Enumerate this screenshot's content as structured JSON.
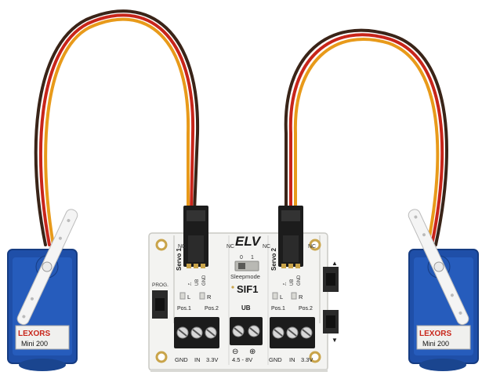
{
  "board": {
    "logo": "ELV",
    "model": "SIF1",
    "sleepmode_label": "Sleepmode",
    "switch_pos_0": "0",
    "switch_pos_1": "1",
    "prog_label": "PROG.",
    "ub_label": "UB",
    "voltage_label": "4.5 - 8V",
    "minus_symbol": "⊖",
    "plus_symbol": "⊕",
    "nc_label": "NC",
    "servo1_label": "Servo 1",
    "servo2_label": "Servo 2",
    "pin_signal": "⎍",
    "pin_ub": "UB",
    "pin_gnd": "GND",
    "left_block": {
      "led_l": "L",
      "led_r": "R",
      "pos1": "Pos.1",
      "pos2": "Pos.2",
      "term_gnd": "GND",
      "term_in": "IN",
      "term_33": "3.3V"
    },
    "right_block": {
      "led_l": "L",
      "led_r": "R",
      "pos1": "Pos.1",
      "pos2": "Pos.2",
      "term_gnd": "GND",
      "term_in": "IN",
      "term_33": "3.3V"
    },
    "arrow_up": "▲",
    "arrow_down": "▼",
    "r_label": "R"
  },
  "servos": {
    "left_brand": "LEXORS",
    "left_model": "Mini 200",
    "right_brand": "LEXORS",
    "right_model": "Mini 200"
  },
  "colors": {
    "pcb": "#f3f3f1",
    "servo_blue": "#1f4fa8",
    "wire_brown": "#3a2418",
    "wire_red": "#c8251a",
    "wire_orange": "#e89a1a",
    "terminal_black": "#1c1c1c",
    "pad_gold": "#c9a44a"
  }
}
